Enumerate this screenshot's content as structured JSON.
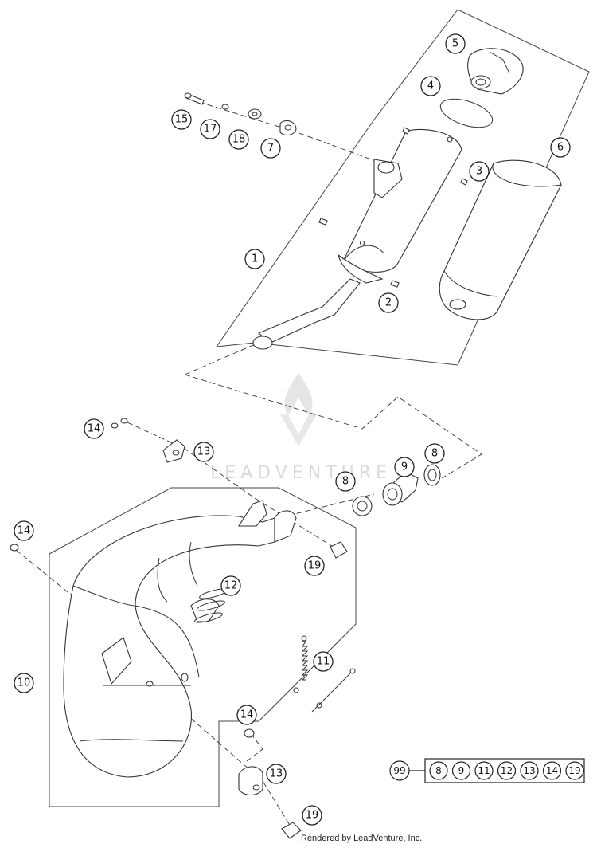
{
  "watermark": "LEADVENTURE",
  "footer": "Rendered by LeadVenture, Inc.",
  "callouts": [
    {
      "label": "5"
    },
    {
      "label": "4"
    },
    {
      "label": "6"
    },
    {
      "label": "3"
    },
    {
      "label": "15"
    },
    {
      "label": "17"
    },
    {
      "label": "18"
    },
    {
      "label": "7"
    },
    {
      "label": "1"
    },
    {
      "label": "2"
    },
    {
      "label": "14"
    },
    {
      "label": "13"
    },
    {
      "label": "9"
    },
    {
      "label": "8"
    },
    {
      "label": "8"
    },
    {
      "label": "14"
    },
    {
      "label": "19"
    },
    {
      "label": "12"
    },
    {
      "label": "10"
    },
    {
      "label": "11"
    },
    {
      "label": "14"
    },
    {
      "label": "13"
    },
    {
      "label": "19"
    }
  ],
  "kit": {
    "number": "99",
    "items": [
      "8",
      "9",
      "11",
      "12",
      "13",
      "14",
      "19"
    ]
  }
}
